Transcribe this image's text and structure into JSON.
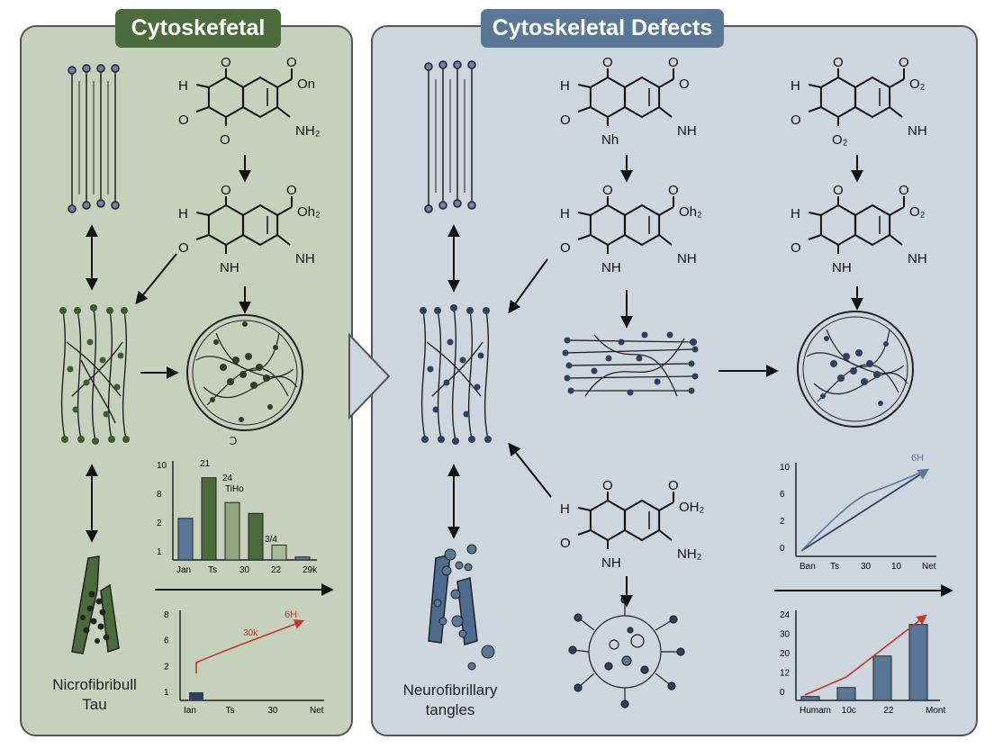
{
  "titles": {
    "left": "Cytoskefetal",
    "right": "Cytoskeletal Defects"
  },
  "captions": {
    "left_line1": "Nicrofibribull",
    "left_line2": "Tau",
    "right_line1": "Neurofibrillary",
    "right_line2": "tangles"
  },
  "colors": {
    "left_panel": "#c5d1bc",
    "right_panel": "#cdd6df",
    "green": "#4c6b3c",
    "blue": "#5a7896",
    "navy": "#2e3f60",
    "red": "#c0392b"
  },
  "molecules": {
    "m1": {
      "a": "H",
      "b": "O",
      "c": "O",
      "d": "O",
      "e": "O",
      "f": "On",
      "g": "NH₂"
    },
    "m2": {
      "a": "H",
      "b": "O",
      "c": "NH",
      "d": "O",
      "e": "O",
      "f": "Oh₂",
      "g": "NH"
    },
    "m3": {
      "a": "H",
      "b": "O",
      "c": "Nh",
      "d": "O",
      "e": "O",
      "f": "O",
      "g": "NH"
    },
    "m4": {
      "a": "H",
      "b": "O",
      "c": "NH",
      "d": "O",
      "e": "O",
      "f": "Oh₂",
      "g": "NH"
    },
    "m5": {
      "a": "H",
      "b": "O",
      "c": "O₂",
      "d": "O",
      "e": "O",
      "f": "O₂",
      "g": "NH"
    },
    "m6": {
      "a": "H",
      "b": "O",
      "c": "NH",
      "d": "O",
      "e": "O",
      "f": "O₂",
      "g": "NH"
    },
    "m7": {
      "a": "H",
      "b": "O",
      "c": "NH",
      "d": "O",
      "e": "O",
      "f": "OH₂",
      "g": "NH₂"
    }
  },
  "misc_label": "Ↄ",
  "chart_data": [
    {
      "type": "bar",
      "categories": [
        "Jan",
        "Ts",
        "30",
        "22",
        "29k"
      ],
      "yticks": [
        "10",
        "8",
        "2",
        "1"
      ],
      "values": [
        4.2,
        8.3,
        5.8,
        4.7,
        1.5,
        0.3
      ],
      "value_colors": [
        "#5a7896",
        "#4c6b3c",
        "#8fa67e",
        "#4c6b3c",
        "#a9ba97",
        "#5a7896"
      ],
      "data_labels": [
        "21",
        "24",
        "TiHo",
        "3/4"
      ]
    },
    {
      "type": "line",
      "categories": [
        "Ian",
        "Ts",
        "30",
        "Net"
      ],
      "yticks": [
        "8",
        "6",
        "2",
        "1"
      ],
      "series_label": "6H",
      "series_label_2": "30k",
      "values": [
        0.5,
        5.6
      ],
      "bar_value": 0.9
    },
    {
      "type": "line",
      "categories": [
        "Ban",
        "Ts",
        "30",
        "10",
        "Net"
      ],
      "yticks": [
        "10",
        "6",
        "2",
        "0"
      ],
      "series_label": "6H",
      "series": [
        {
          "values": [
            0,
            10
          ]
        },
        {
          "values": [
            0,
            6.5,
            10
          ]
        }
      ]
    },
    {
      "type": "bar",
      "categories": [
        "Humam",
        "10c",
        "22",
        "Mont"
      ],
      "yticks": [
        "24",
        "30",
        "20",
        "12",
        "0"
      ],
      "values": [
        0.6,
        2.0,
        6.9,
        11.8
      ],
      "line_values": [
        0.8,
        3.5,
        16
      ]
    }
  ]
}
